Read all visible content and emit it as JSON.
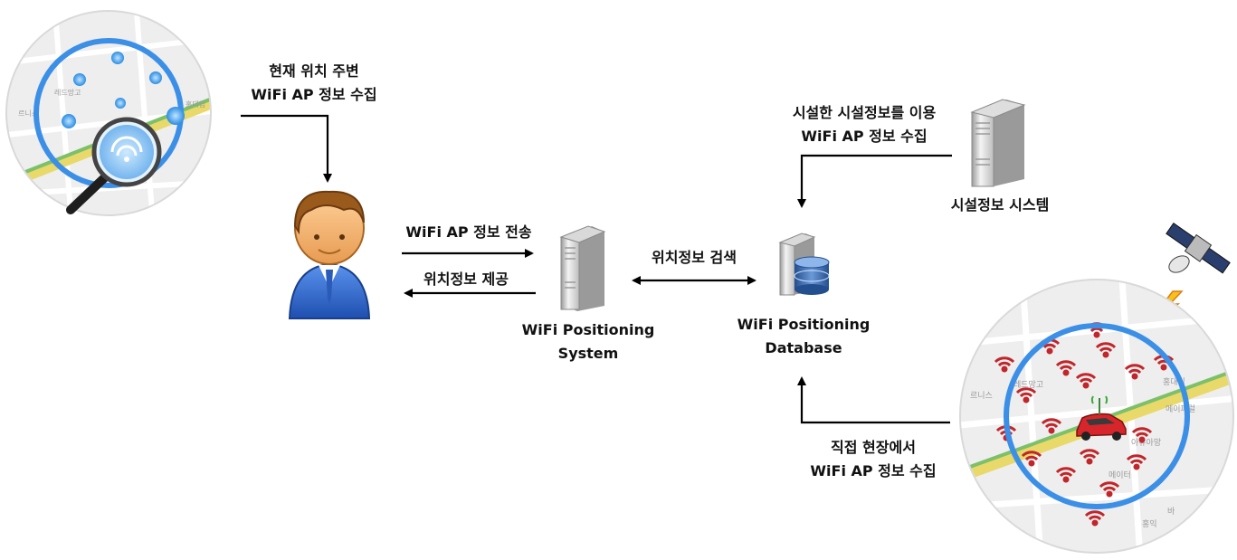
{
  "labels": {
    "collect_nearby": {
      "line1": "현재 위치 주변",
      "line2": "WiFi AP 정보 수집"
    },
    "send_info": "WiFi AP 정보 전송",
    "provide_location": "위치정보 제공",
    "search_location": "위치정보 검색",
    "wps_system": {
      "line1": "WiFi Positioning",
      "line2": "System"
    },
    "wps_database": {
      "line1": "WiFi Positioning",
      "line2": "Database"
    },
    "facility_collect": {
      "line1": "시설한 시설정보를 이용",
      "line2": "WiFi AP 정보 수집"
    },
    "facility_system": "시설정보 시스템",
    "field_collect": {
      "line1": "직접 현장에서",
      "line2": "WiFi AP 정보 수집"
    }
  },
  "colors": {
    "ring_blue": "#3b8fe6",
    "map_road_yellow": "#e8d96a",
    "map_road_green": "#7cc06a",
    "wifi_red": "#c0262b",
    "car_red": "#d7262b",
    "user_suit": "#2f6fd6",
    "user_skin": "#f3b070",
    "user_hair": "#9a5a1c",
    "server_gray": "#d6d6d6",
    "db_blue": "#3d6fb6"
  }
}
